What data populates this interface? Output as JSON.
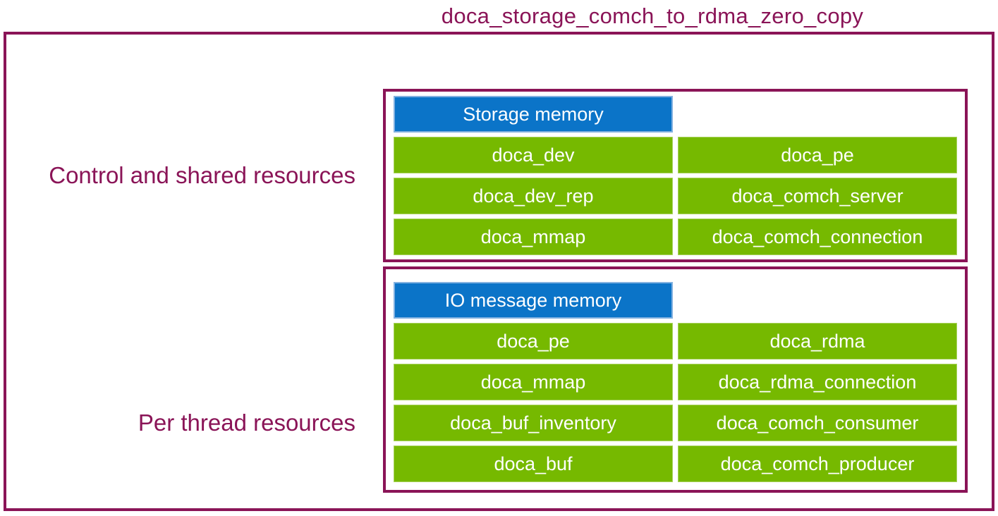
{
  "title": "doca_storage_comch_to_rdma_zero_copy",
  "colors": {
    "magenta": "#8a1457",
    "green": "#76b900",
    "blue": "#0b74c8",
    "cell_text": "#ffffff",
    "background": "#ffffff"
  },
  "sections": [
    {
      "label": "Control and shared resources",
      "header": "Storage memory",
      "rows": [
        [
          "doca_dev",
          "doca_pe"
        ],
        [
          "doca_dev_rep",
          "doca_comch_server"
        ],
        [
          "doca_mmap",
          "doca_comch_connection"
        ]
      ]
    },
    {
      "label": "Per thread resources",
      "header": "IO message memory",
      "rows": [
        [
          "doca_pe",
          "doca_rdma"
        ],
        [
          "doca_mmap",
          "doca_rdma_connection"
        ],
        [
          "doca_buf_inventory",
          "doca_comch_consumer"
        ],
        [
          "doca_buf",
          "doca_comch_producer"
        ]
      ]
    }
  ]
}
